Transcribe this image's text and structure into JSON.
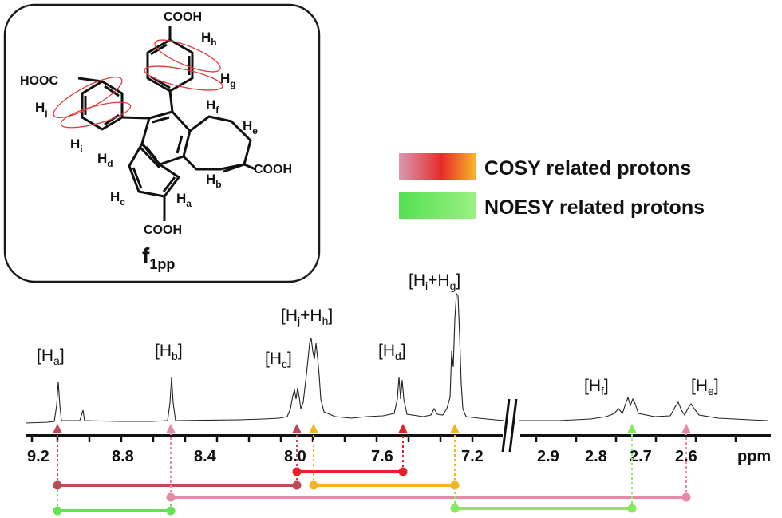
{
  "molecule": {
    "cooh_top": "COOH",
    "cooh_left": "HOOC",
    "cooh_right": "COOH",
    "cooh_bottom": "COOH",
    "name_main": "f",
    "name_sub": "1pp",
    "protons": {
      "h": {
        "base": "H",
        "sub": "h"
      },
      "g": {
        "base": "H",
        "sub": "g"
      },
      "f": {
        "base": "H",
        "sub": "f"
      },
      "e": {
        "base": "H",
        "sub": "e"
      },
      "j": {
        "base": "H",
        "sub": "j"
      },
      "i": {
        "base": "H",
        "sub": "i"
      },
      "d": {
        "base": "H",
        "sub": "d"
      },
      "b": {
        "base": "H",
        "sub": "b"
      },
      "c": {
        "base": "H",
        "sub": "c"
      },
      "a": {
        "base": "H",
        "sub": "a"
      }
    }
  },
  "legend": {
    "cosy": "COSY related protons",
    "noesy": "NOESY related protons",
    "cosy_colors": [
      "#c9708f",
      "#e6202a",
      "#f5b324"
    ],
    "noesy_colors": [
      "#5fe05f",
      "#88f07a"
    ]
  },
  "spectrum": {
    "unit": "ppm",
    "ticks_left": [
      "9.2",
      "8.8",
      "8.4",
      "8.0",
      "7.6",
      "7.2"
    ],
    "ticks_right": [
      "2.9",
      "2.8",
      "2.7",
      "2.6"
    ],
    "peak_labels": {
      "a": {
        "base": "H",
        "sub": "a"
      },
      "b": {
        "base": "H",
        "sub": "b"
      },
      "c": {
        "base": "H",
        "sub": "c"
      },
      "jh": {
        "base1": "H",
        "sub1": "j",
        "plus": "+",
        "base2": "H",
        "sub2": "h"
      },
      "d": {
        "base": "H",
        "sub": "d"
      },
      "ig": {
        "base1": "H",
        "sub1": "i",
        "plus": "+",
        "base2": "H",
        "sub2": "g"
      },
      "f": {
        "base": "H",
        "sub": "f"
      },
      "e": {
        "base": "H",
        "sub": "e"
      }
    }
  },
  "correlations": {
    "cosy": [
      {
        "from": "Ha",
        "to": "Hc",
        "color": "#c0444f"
      },
      {
        "from": "Hc",
        "to": "Hd",
        "color": "#e8202a"
      },
      {
        "from": "Hj+Hh",
        "to": "Hi+Hg",
        "color": "#f5b324"
      },
      {
        "from": "Hb",
        "to": "He",
        "color": "#e58aa8"
      }
    ],
    "noesy": [
      {
        "from": "Ha",
        "to": "Hb",
        "color": "#66e055"
      },
      {
        "from": "Hi+Hg",
        "to": "Hf",
        "color": "#88e862"
      }
    ]
  }
}
